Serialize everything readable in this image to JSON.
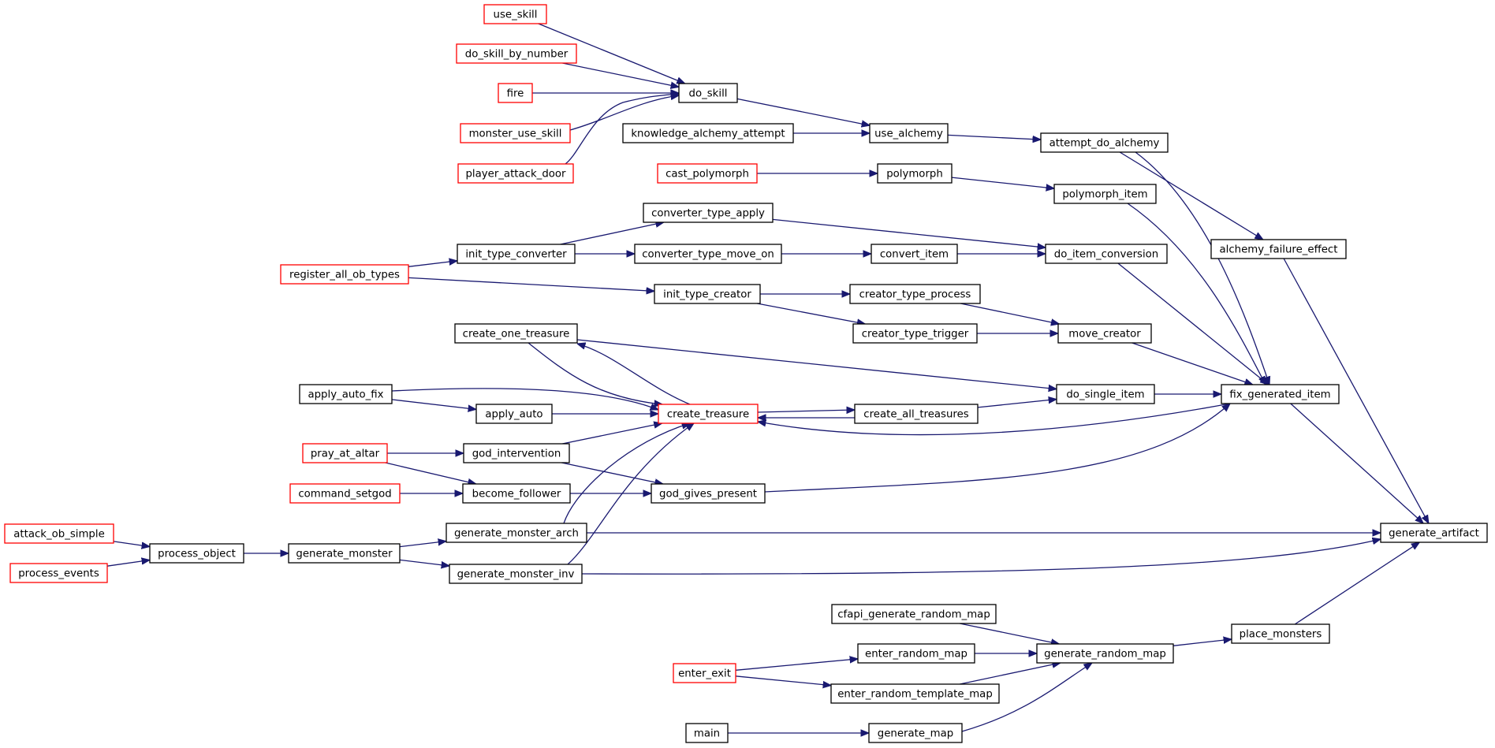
{
  "colors": {
    "edge": "#191970",
    "node_border": "#000000",
    "node_border_truncated": "#ff0000",
    "root_fill": "#bfbfbf",
    "node_fill": "#ffffff"
  },
  "nodes": [
    {
      "id": "generate_artifact",
      "label": "generate_artifact",
      "style": "root"
    },
    {
      "id": "alchemy_failure_effect",
      "label": "alchemy_failure_effect",
      "style": "normal"
    },
    {
      "id": "attempt_do_alchemy",
      "label": "attempt_do_alchemy",
      "style": "normal"
    },
    {
      "id": "use_alchemy",
      "label": "use_alchemy",
      "style": "normal"
    },
    {
      "id": "do_skill",
      "label": "do_skill",
      "style": "normal"
    },
    {
      "id": "use_skill",
      "label": "use_skill",
      "style": "truncated"
    },
    {
      "id": "do_skill_by_number",
      "label": "do_skill_by_number",
      "style": "truncated"
    },
    {
      "id": "fire",
      "label": "fire",
      "style": "truncated"
    },
    {
      "id": "monster_use_skill",
      "label": "monster_use_skill",
      "style": "truncated"
    },
    {
      "id": "player_attack_door",
      "label": "player_attack_door",
      "style": "truncated"
    },
    {
      "id": "knowledge_alchemy_attempt",
      "label": "knowledge_alchemy_attempt",
      "style": "normal"
    },
    {
      "id": "cast_polymorph",
      "label": "cast_polymorph",
      "style": "truncated"
    },
    {
      "id": "polymorph",
      "label": "polymorph",
      "style": "normal"
    },
    {
      "id": "polymorph_item",
      "label": "polymorph_item",
      "style": "normal"
    },
    {
      "id": "converter_type_apply",
      "label": "converter_type_apply",
      "style": "normal"
    },
    {
      "id": "init_type_converter",
      "label": "init_type_converter",
      "style": "normal"
    },
    {
      "id": "register_all_ob_types",
      "label": "register_all_ob_types",
      "style": "truncated"
    },
    {
      "id": "converter_type_move_on",
      "label": "converter_type_move_on",
      "style": "normal"
    },
    {
      "id": "convert_item",
      "label": "convert_item",
      "style": "normal"
    },
    {
      "id": "do_item_conversion",
      "label": "do_item_conversion",
      "style": "normal"
    },
    {
      "id": "init_type_creator",
      "label": "init_type_creator",
      "style": "normal"
    },
    {
      "id": "creator_type_process",
      "label": "creator_type_process",
      "style": "normal"
    },
    {
      "id": "creator_type_trigger",
      "label": "creator_type_trigger",
      "style": "normal"
    },
    {
      "id": "move_creator",
      "label": "move_creator",
      "style": "normal"
    },
    {
      "id": "create_one_treasure",
      "label": "create_one_treasure",
      "style": "normal"
    },
    {
      "id": "apply_auto_fix",
      "label": "apply_auto_fix",
      "style": "normal"
    },
    {
      "id": "apply_auto",
      "label": "apply_auto",
      "style": "normal"
    },
    {
      "id": "create_treasure",
      "label": "create_treasure",
      "style": "truncated"
    },
    {
      "id": "create_all_treasures",
      "label": "create_all_treasures",
      "style": "normal"
    },
    {
      "id": "do_single_item",
      "label": "do_single_item",
      "style": "normal"
    },
    {
      "id": "fix_generated_item",
      "label": "fix_generated_item",
      "style": "normal"
    },
    {
      "id": "pray_at_altar",
      "label": "pray_at_altar",
      "style": "truncated"
    },
    {
      "id": "god_intervention",
      "label": "god_intervention",
      "style": "normal"
    },
    {
      "id": "command_setgod",
      "label": "command_setgod",
      "style": "truncated"
    },
    {
      "id": "become_follower",
      "label": "become_follower",
      "style": "normal"
    },
    {
      "id": "god_gives_present",
      "label": "god_gives_present",
      "style": "normal"
    },
    {
      "id": "attack_ob_simple",
      "label": "attack_ob_simple",
      "style": "truncated"
    },
    {
      "id": "process_events",
      "label": "process_events",
      "style": "truncated"
    },
    {
      "id": "process_object",
      "label": "process_object",
      "style": "normal"
    },
    {
      "id": "generate_monster",
      "label": "generate_monster",
      "style": "normal"
    },
    {
      "id": "generate_monster_arch",
      "label": "generate_monster_arch",
      "style": "normal"
    },
    {
      "id": "generate_monster_inv",
      "label": "generate_monster_inv",
      "style": "normal"
    },
    {
      "id": "cfapi_generate_random_map",
      "label": "cfapi_generate_random_map",
      "style": "normal"
    },
    {
      "id": "enter_exit",
      "label": "enter_exit",
      "style": "truncated"
    },
    {
      "id": "enter_random_map",
      "label": "enter_random_map",
      "style": "normal"
    },
    {
      "id": "enter_random_template_map",
      "label": "enter_random_template_map",
      "style": "normal"
    },
    {
      "id": "main",
      "label": "main",
      "style": "normal"
    },
    {
      "id": "generate_map",
      "label": "generate_map",
      "style": "normal"
    },
    {
      "id": "generate_random_map",
      "label": "generate_random_map",
      "style": "normal"
    },
    {
      "id": "place_monsters",
      "label": "place_monsters",
      "style": "normal"
    }
  ],
  "edges": [
    {
      "from": "use_skill",
      "to": "do_skill"
    },
    {
      "from": "do_skill_by_number",
      "to": "do_skill"
    },
    {
      "from": "fire",
      "to": "do_skill"
    },
    {
      "from": "monster_use_skill",
      "to": "do_skill"
    },
    {
      "from": "player_attack_door",
      "to": "do_skill"
    },
    {
      "from": "do_skill",
      "to": "use_alchemy"
    },
    {
      "from": "knowledge_alchemy_attempt",
      "to": "use_alchemy"
    },
    {
      "from": "use_alchemy",
      "to": "attempt_do_alchemy"
    },
    {
      "from": "attempt_do_alchemy",
      "to": "alchemy_failure_effect"
    },
    {
      "from": "alchemy_failure_effect",
      "to": "generate_artifact"
    },
    {
      "from": "cast_polymorph",
      "to": "polymorph"
    },
    {
      "from": "polymorph",
      "to": "polymorph_item"
    },
    {
      "from": "polymorph_item",
      "to": "fix_generated_item"
    },
    {
      "from": "attempt_do_alchemy",
      "to": "fix_generated_item"
    },
    {
      "from": "register_all_ob_types",
      "to": "init_type_converter"
    },
    {
      "from": "init_type_converter",
      "to": "converter_type_apply"
    },
    {
      "from": "init_type_converter",
      "to": "converter_type_move_on"
    },
    {
      "from": "converter_type_apply",
      "to": "do_item_conversion"
    },
    {
      "from": "converter_type_move_on",
      "to": "convert_item"
    },
    {
      "from": "convert_item",
      "to": "do_item_conversion"
    },
    {
      "from": "do_item_conversion",
      "to": "fix_generated_item"
    },
    {
      "from": "register_all_ob_types",
      "to": "init_type_creator"
    },
    {
      "from": "init_type_creator",
      "to": "creator_type_process"
    },
    {
      "from": "init_type_creator",
      "to": "creator_type_trigger"
    },
    {
      "from": "creator_type_process",
      "to": "move_creator"
    },
    {
      "from": "creator_type_trigger",
      "to": "move_creator"
    },
    {
      "from": "move_creator",
      "to": "fix_generated_item"
    },
    {
      "from": "create_one_treasure",
      "to": "do_single_item"
    },
    {
      "from": "create_one_treasure",
      "to": "create_treasure"
    },
    {
      "from": "create_treasure",
      "to": "create_one_treasure"
    },
    {
      "from": "apply_auto_fix",
      "to": "apply_auto"
    },
    {
      "from": "apply_auto_fix",
      "to": "create_treasure"
    },
    {
      "from": "apply_auto",
      "to": "create_treasure"
    },
    {
      "from": "create_treasure",
      "to": "create_all_treasures"
    },
    {
      "from": "create_all_treasures",
      "to": "create_treasure"
    },
    {
      "from": "create_all_treasures",
      "to": "do_single_item"
    },
    {
      "from": "do_single_item",
      "to": "fix_generated_item"
    },
    {
      "from": "fix_generated_item",
      "to": "create_treasure"
    },
    {
      "from": "fix_generated_item",
      "to": "generate_artifact"
    },
    {
      "from": "pray_at_altar",
      "to": "god_intervention"
    },
    {
      "from": "pray_at_altar",
      "to": "become_follower"
    },
    {
      "from": "god_intervention",
      "to": "create_treasure"
    },
    {
      "from": "god_intervention",
      "to": "god_gives_present"
    },
    {
      "from": "command_setgod",
      "to": "become_follower"
    },
    {
      "from": "become_follower",
      "to": "god_gives_present"
    },
    {
      "from": "god_gives_present",
      "to": "fix_generated_item"
    },
    {
      "from": "attack_ob_simple",
      "to": "process_object"
    },
    {
      "from": "process_events",
      "to": "process_object"
    },
    {
      "from": "process_object",
      "to": "generate_monster"
    },
    {
      "from": "generate_monster",
      "to": "generate_monster_arch"
    },
    {
      "from": "generate_monster",
      "to": "generate_monster_inv"
    },
    {
      "from": "generate_monster_arch",
      "to": "create_treasure"
    },
    {
      "from": "generate_monster_inv",
      "to": "create_treasure"
    },
    {
      "from": "generate_monster_arch",
      "to": "generate_artifact"
    },
    {
      "from": "generate_monster_inv",
      "to": "generate_artifact"
    },
    {
      "from": "cfapi_generate_random_map",
      "to": "generate_random_map"
    },
    {
      "from": "enter_exit",
      "to": "enter_random_map"
    },
    {
      "from": "enter_exit",
      "to": "enter_random_template_map"
    },
    {
      "from": "enter_random_map",
      "to": "generate_random_map"
    },
    {
      "from": "enter_random_template_map",
      "to": "generate_random_map"
    },
    {
      "from": "main",
      "to": "generate_map"
    },
    {
      "from": "generate_map",
      "to": "generate_random_map"
    },
    {
      "from": "generate_random_map",
      "to": "place_monsters"
    },
    {
      "from": "place_monsters",
      "to": "generate_artifact"
    }
  ]
}
